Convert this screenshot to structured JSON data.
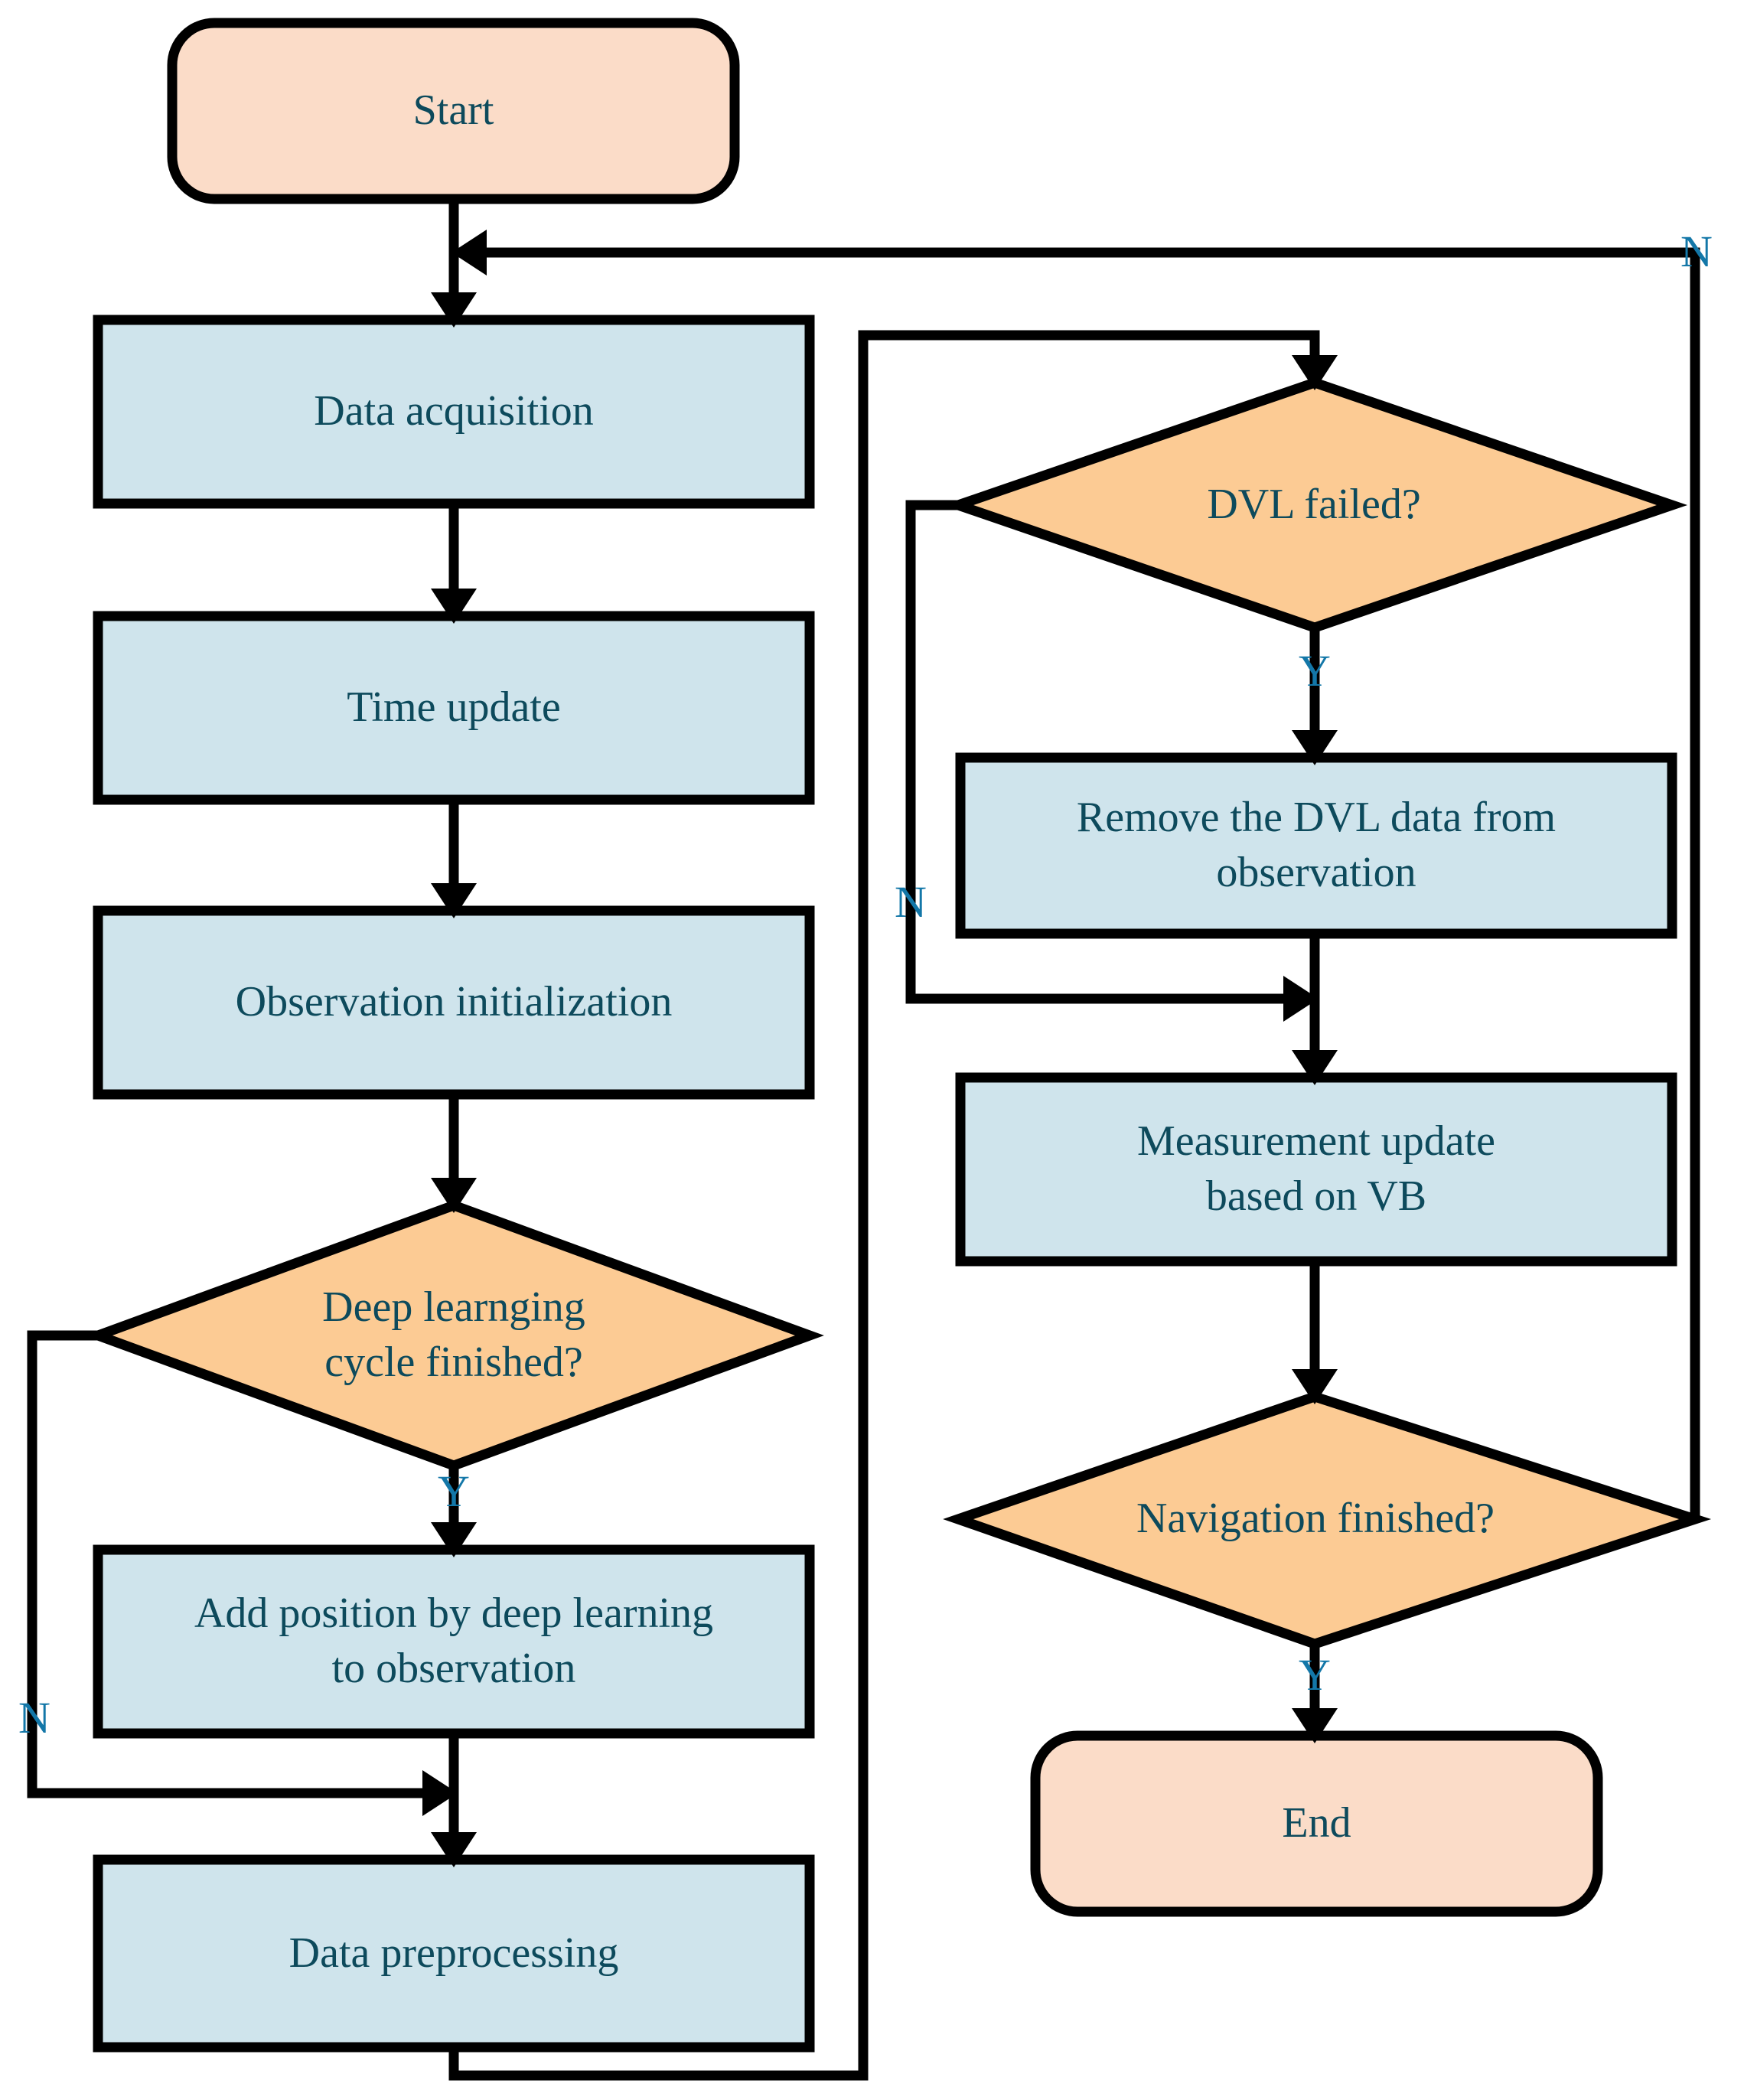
{
  "diagram": {
    "type": "flowchart",
    "title": "Navigation algorithm flowchart",
    "colors": {
      "terminator_fill": "#FBDCC8",
      "process_fill": "#CFE4EC",
      "decision_fill": "#FCCB94",
      "stroke": "#000000",
      "node_text": "#0D4A5C",
      "branch_text": "#1377A8",
      "background": "#FFFFFF"
    },
    "nodes": [
      {
        "id": "start",
        "shape": "terminator",
        "label": "Start"
      },
      {
        "id": "acquisition",
        "shape": "process",
        "label": "Data acquisition"
      },
      {
        "id": "timeupdate",
        "shape": "process",
        "label": "Time update"
      },
      {
        "id": "obsinit",
        "shape": "process",
        "label": "Observation initialization"
      },
      {
        "id": "dlcycle",
        "shape": "decision",
        "label": "Deep learnging\ncycle finished?"
      },
      {
        "id": "addpos",
        "shape": "process",
        "label": "Add position by deep learning\nto observation"
      },
      {
        "id": "preprocess",
        "shape": "process",
        "label": "Data preprocessing"
      },
      {
        "id": "dvlfailed",
        "shape": "decision",
        "label": "DVL failed?"
      },
      {
        "id": "removedvl",
        "shape": "process",
        "label": "Remove the DVL data from\nobservation"
      },
      {
        "id": "measupdate",
        "shape": "process",
        "label": "Measurement update\nbased on VB"
      },
      {
        "id": "navfinished",
        "shape": "decision",
        "label": "Navigation finished?"
      },
      {
        "id": "end",
        "shape": "terminator",
        "label": "End"
      }
    ],
    "branch_labels": [
      {
        "id": "nav-n",
        "text": "N",
        "from": "navfinished",
        "to": "acquisition"
      },
      {
        "id": "dl-y",
        "text": "Y",
        "from": "dlcycle",
        "to": "addpos"
      },
      {
        "id": "dl-n",
        "text": "N",
        "from": "dlcycle",
        "to": "preprocess"
      },
      {
        "id": "dvl-y",
        "text": "Y",
        "from": "dvlfailed",
        "to": "removedvl"
      },
      {
        "id": "dvl-n",
        "text": "N",
        "from": "dvlfailed",
        "to": "measupdate"
      },
      {
        "id": "nav-y",
        "text": "Y",
        "from": "navfinished",
        "to": "end"
      }
    ],
    "edges": [
      {
        "from": "start",
        "to": "acquisition"
      },
      {
        "from": "acquisition",
        "to": "timeupdate"
      },
      {
        "from": "timeupdate",
        "to": "obsinit"
      },
      {
        "from": "obsinit",
        "to": "dlcycle"
      },
      {
        "from": "dlcycle",
        "to": "addpos",
        "label": "Y"
      },
      {
        "from": "dlcycle",
        "to": "preprocess",
        "label": "N"
      },
      {
        "from": "addpos",
        "to": "preprocess"
      },
      {
        "from": "preprocess",
        "to": "dvlfailed"
      },
      {
        "from": "dvlfailed",
        "to": "removedvl",
        "label": "Y"
      },
      {
        "from": "dvlfailed",
        "to": "measupdate",
        "label": "N"
      },
      {
        "from": "removedvl",
        "to": "measupdate"
      },
      {
        "from": "measupdate",
        "to": "navfinished"
      },
      {
        "from": "navfinished",
        "to": "end",
        "label": "Y"
      },
      {
        "from": "navfinished",
        "to": "acquisition",
        "label": "N"
      }
    ]
  }
}
